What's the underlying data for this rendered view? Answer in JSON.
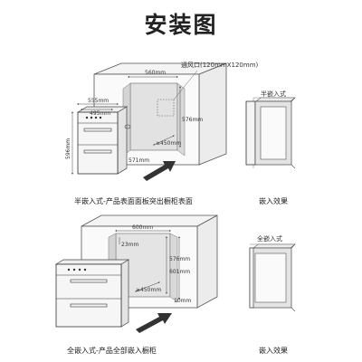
{
  "title": "安装图",
  "top": {
    "vent_label": "通风口(120mmX120mm)",
    "dims": {
      "cabinet_width": "560mm",
      "panel_width": "555mm",
      "body_width": "495mm",
      "opening_height": "576mm",
      "opening_depth": "≥450mm",
      "panel_height": "596mm",
      "body_depth": "571mm"
    },
    "caption": "半嵌入式-产品表面面板突出橱柜表面"
  },
  "bottom": {
    "dims": {
      "cabinet_width": "600mm",
      "gap": "23mm",
      "opening_height": "576mm",
      "outer_height": "601mm",
      "opening_depth": "≥450mm",
      "bottom_gap": "10mm"
    },
    "caption": "全嵌入式-产品全部嵌入橱柜"
  },
  "right_top": {
    "label": "半嵌入式",
    "caption": "嵌入效果"
  },
  "right_bottom": {
    "label": "全嵌入式",
    "caption": "嵌入效果"
  }
}
